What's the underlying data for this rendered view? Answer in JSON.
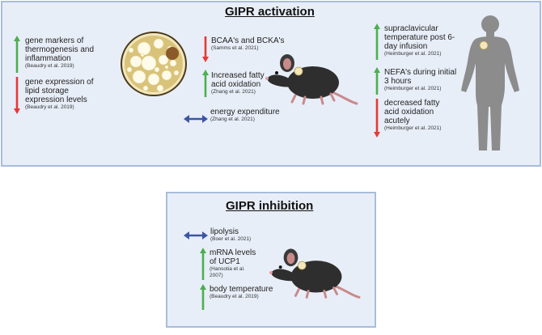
{
  "activation": {
    "title": "GIPR activation",
    "items": [
      {
        "text": "gene markers of thermogenesis and inflammation",
        "citation": "(Beaudry et al. 2019)",
        "direction": "up"
      },
      {
        "text": "gene expression of lipid storage expression levels",
        "citation": "(Beaudry et al. 2019)",
        "direction": "down"
      },
      {
        "text": "BCAA's and BCKA's",
        "citation": "(Samms et al. 2021)",
        "direction": "down"
      },
      {
        "text": "Increased fatty acid oxidation",
        "citation": "(Zhang et al. 2021)",
        "direction": "up"
      },
      {
        "text": "energy expenditure",
        "citation": "(Zhang et al. 2021)",
        "direction": "both"
      },
      {
        "text": "supraclavicular temperature post 6-day infusion",
        "citation": "(Heimburger et al. 2021)",
        "direction": "up"
      },
      {
        "text": "NEFA's during initial 3 hours",
        "citation": "(Heimburger et al. 2021)",
        "direction": "up"
      },
      {
        "text": "decreased fatty acid oxidation acutely",
        "citation": "(Heimburger et al. 2021)",
        "direction": "down"
      }
    ]
  },
  "inhibition": {
    "title": "GIPR inhibition",
    "items": [
      {
        "text": "lipolysis",
        "citation": "(Boer et al. 2021)",
        "direction": "both"
      },
      {
        "text": "mRNA levels of UCP1",
        "citation": "(Hansotia et al. 2007)",
        "direction": "up"
      },
      {
        "text": "body temperature",
        "citation": "(Beaudry et al. 2019)",
        "direction": "up"
      }
    ]
  },
  "colors": {
    "up": "#4caf50",
    "down": "#e53935",
    "both": "#3b55a6",
    "panel_bg": "#e8eef8",
    "panel_border": "#a9bcdc",
    "mouse": "#2e2e2e",
    "human": "#8c8c8c",
    "adipocyte": "#d9c37a"
  },
  "icons": [
    "adipocyte-cell",
    "mouse",
    "human-figure",
    "brown-fat-depot"
  ]
}
